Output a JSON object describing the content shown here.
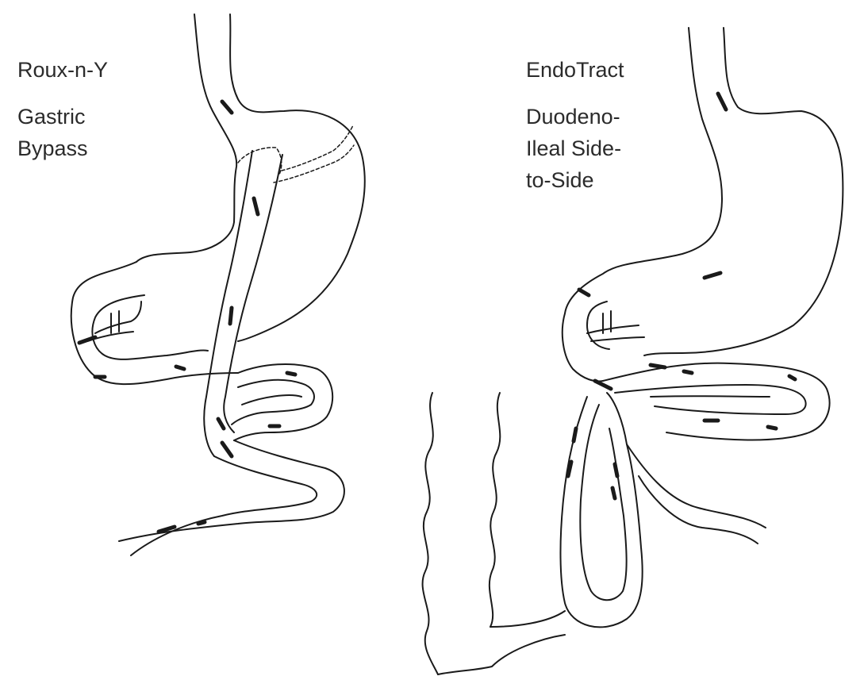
{
  "left_panel": {
    "lines": [
      "Roux-n-Y",
      "Gastric",
      "Bypass"
    ]
  },
  "right_panel": {
    "lines": [
      "EndoTract",
      "Duodeno-",
      "Ileal Side-",
      "to-Side"
    ]
  },
  "colors": {
    "line": "#1a1a1a",
    "text": "#2b2b2b",
    "background": "#ffffff"
  }
}
